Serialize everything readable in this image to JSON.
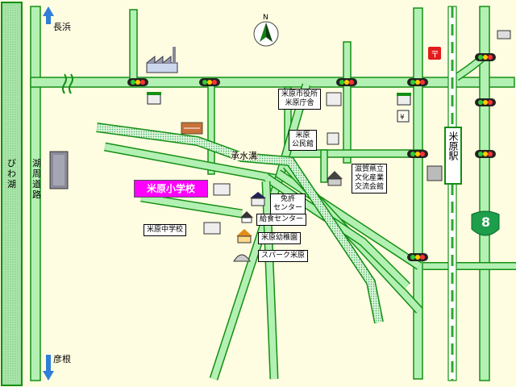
{
  "labels": {
    "nagahama": "長浜",
    "hikone": "彦根",
    "biwako": "びわ湖",
    "kosyu_road": "湖周道路",
    "shosuimizo": "承水溝",
    "maibara_station": "米原駅",
    "route_number": "8"
  },
  "school": "米原小学校",
  "places": {
    "city_hall": "米原市役所\n米原庁舎",
    "community_hall": "米原\n公民館",
    "culture_center": "滋賀県立\n文化産業\n交流会館",
    "license_center": "免許\nセンター",
    "lunch_center": "給食センター",
    "kindergarten": "米原幼稚園",
    "spark": "スパーク米原",
    "junior_high": "米原中学校"
  },
  "colors": {
    "road": "#b3f0b3",
    "road_edge": "#148f14",
    "lake": "#9fdf9f",
    "canal": "#3fbf7f",
    "school_label": "#ff00ff",
    "north_arrow": "#137f13"
  },
  "icons": [
    "north-arrow-icon",
    "factory-icon",
    "post-office-icon",
    "convenience-store-icon",
    "building-icon",
    "bank-icon",
    "house-icon",
    "police-icon",
    "traffic-signal-icon",
    "route-shield-icon"
  ]
}
